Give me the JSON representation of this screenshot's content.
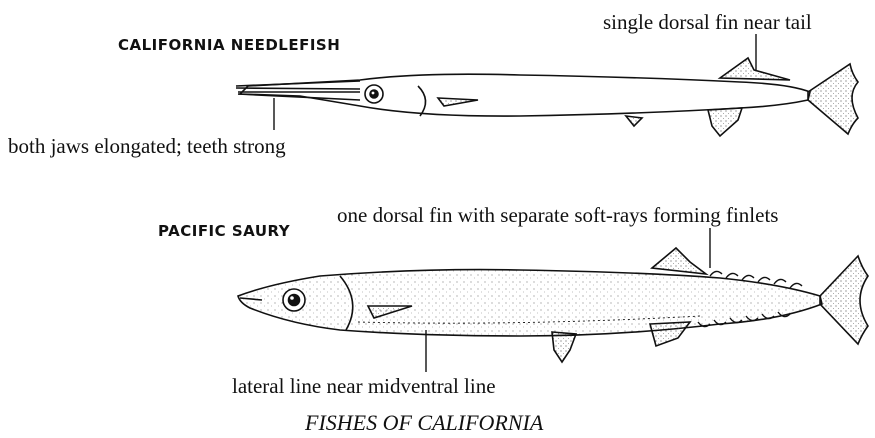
{
  "needlefish": {
    "title": "CALIFORNIA NEEDLEFISH",
    "note_dorsal": "single dorsal fin near tail",
    "note_jaws": "both jaws elongated; teeth strong"
  },
  "saury": {
    "title": "PACIFIC SAURY",
    "note_finlets": "one dorsal fin with separate soft-rays forming finlets",
    "note_lateral": "lateral line near midventral line"
  },
  "caption": "FISHES OF CALIFORNIA"
}
